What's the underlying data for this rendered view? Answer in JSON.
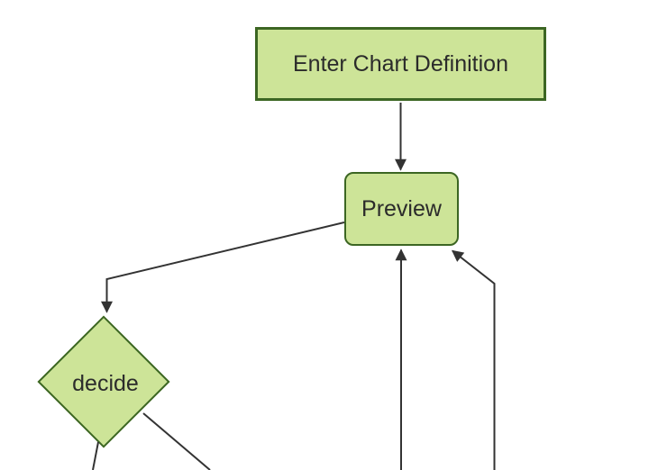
{
  "colors": {
    "node_fill": "#cde498",
    "node_border": "#3c6623",
    "edge": "#333333",
    "label": "#2b2b2b",
    "background": "#ffffff"
  },
  "diagram": {
    "type": "flowchart",
    "direction": "top-down",
    "nodes": [
      {
        "id": "enter-chart-definition",
        "shape": "rectangle",
        "label": "Enter Chart Definition"
      },
      {
        "id": "preview",
        "shape": "rounded-rectangle",
        "label": "Preview"
      },
      {
        "id": "decide",
        "shape": "diamond",
        "label": "decide"
      }
    ],
    "edges": [
      {
        "from": "enter-chart-definition",
        "to": "preview",
        "arrowhead": true
      },
      {
        "from": "preview",
        "to": "decide",
        "arrowhead": true
      },
      {
        "from": "offscreen-bottom",
        "to": "preview",
        "arrowhead": true
      },
      {
        "from": "offscreen-bottom",
        "to": "preview-bottom-right",
        "arrowhead": true
      },
      {
        "from": "decide",
        "to": "offscreen-bottom-left",
        "arrowhead": false
      },
      {
        "from": "decide",
        "to": "offscreen-bottom-right",
        "arrowhead": false
      }
    ]
  }
}
